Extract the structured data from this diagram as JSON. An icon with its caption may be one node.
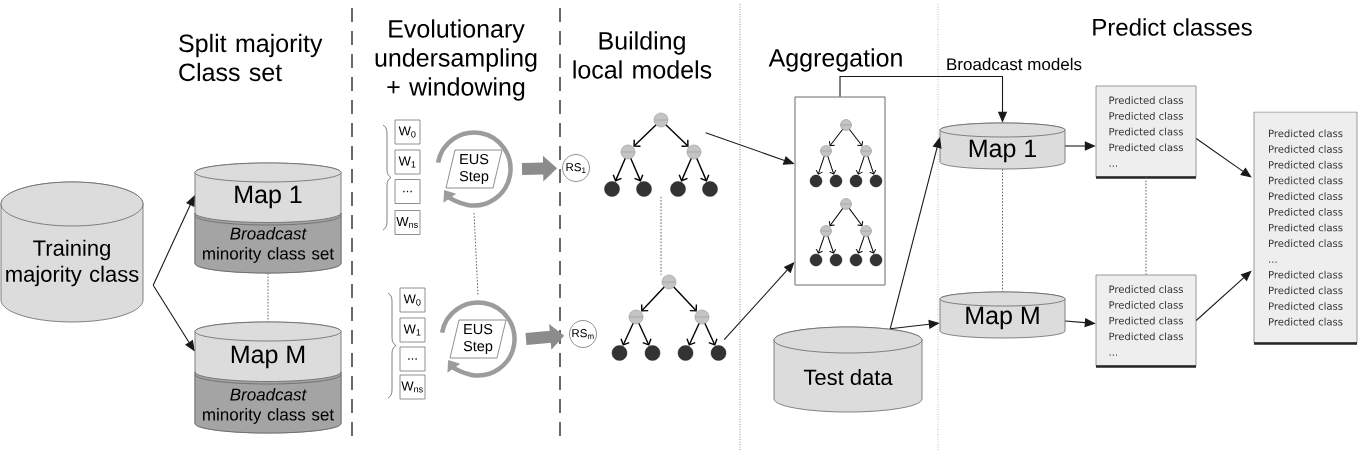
{
  "diagram": {
    "nodes": [
      {
        "text": [
          "Training majority class"
        ]
      },
      {
        "text": [
          "Map 1",
          "*Broadcast* minority class set"
        ]
      },
      {
        "text": [
          "Map M",
          "*Broadcast* minority class set"
        ]
      },
      {
        "text": [
          "W$_{0}$"
        ]
      },
      {
        "text": [
          "W$_{1}$"
        ]
      },
      {
        "text": [
          "..."
        ]
      },
      {
        "text": [
          "W$_{ns}$"
        ]
      },
      {
        "text": [
          "EUS Step"
        ]
      },
      {
        "text": [
          "RS$_{1}$"
        ]
      },
      {
        "text": [],
        "shape": "picture"
      },
      {
        "text": [
          "W$_{0}$"
        ]
      },
      {
        "text": [
          "W$_{1}$"
        ]
      },
      {
        "text": [
          "..."
        ]
      },
      {
        "text": [
          "W$_{ns}$"
        ]
      },
      {
        "text": [
          "EUS Step"
        ]
      },
      {
        "text": [
          "RS$_{m}$"
        ]
      },
      {
        "text": [],
        "shape": "picture"
      },
      {
        "text": [],
        "shape": "box"
      },
      {
        "text": [],
        "shape": "picture",
        "in": 17
      },
      {
        "text": [],
        "shape": "picture",
        "in": 17
      },
      {
        "text": [
          "Test data"
        ]
      },
      {
        "text": [
          "Map 1"
        ]
      },
      {
        "text": [
          "Map M"
        ]
      },
      {
        "text": [
          "Predicted class",
          "Predicted class",
          "Predicted class",
          "Predicted class",
          "..."
        ]
      },
      {
        "text": [
          "Predicted class",
          "Predicted class",
          "Predicted class",
          "Predicted class",
          "..."
        ]
      },
      {
        "text": [
          "Predicted class",
          "Predicted class",
          "Predicted class",
          "Predicted class",
          "Predicted class",
          "Predicted class",
          "Predicted class",
          "Predicted class",
          "...",
          "Predicted class",
          "Predicted class",
          "Predicted class",
          "Predicted class"
        ]
      }
    ],
    "edges": [
      {
        "from": 0,
        "to": 1,
        "arrow": "to"
      },
      {
        "from": 0,
        "to": 2,
        "arrow": "to"
      },
      {
        "from": 1,
        "to": 2,
        "arrow": "none",
        "style": "dashed"
      },
      {
        "from": 7,
        "to": 8,
        "arrow": "to",
        "style": "thick",
        "color": "#8c8c8c"
      },
      {
        "from": 14,
        "to": 15,
        "arrow": "to",
        "style": "thick",
        "color": "#8c8c8c"
      },
      {
        "from": 7,
        "to": 14,
        "arrow": "none",
        "style": "dashed"
      },
      {
        "from": 9,
        "to": 17,
        "arrow": "to"
      },
      {
        "from": 16,
        "to": 17,
        "arrow": "to"
      },
      {
        "from": 9,
        "to": 16,
        "arrow": "none",
        "style": "dashed"
      },
      {
        "from": 17,
        "to": 21,
        "arrow": "to",
        "label": "Broadcast models"
      },
      {
        "from": 20,
        "to": 21,
        "arrow": "to"
      },
      {
        "from": 20,
        "to": 22,
        "arrow": "to"
      },
      {
        "from": 21,
        "to": 22,
        "arrow": "none",
        "style": "dashed"
      },
      {
        "from": 21,
        "to": 23,
        "arrow": "to"
      },
      {
        "from": 22,
        "to": 24,
        "arrow": "to"
      },
      {
        "from": 23,
        "to": 24,
        "arrow": "none",
        "style": "dashed"
      },
      {
        "from": 23,
        "to": 25,
        "arrow": "to"
      },
      {
        "from": 24,
        "to": 25,
        "arrow": "to"
      }
    ],
    "labels": [
      "Split majority Class set",
      "Evolutionary undersampling + windowing",
      "Building local models",
      "Aggregation",
      "Predict classes"
    ]
  }
}
